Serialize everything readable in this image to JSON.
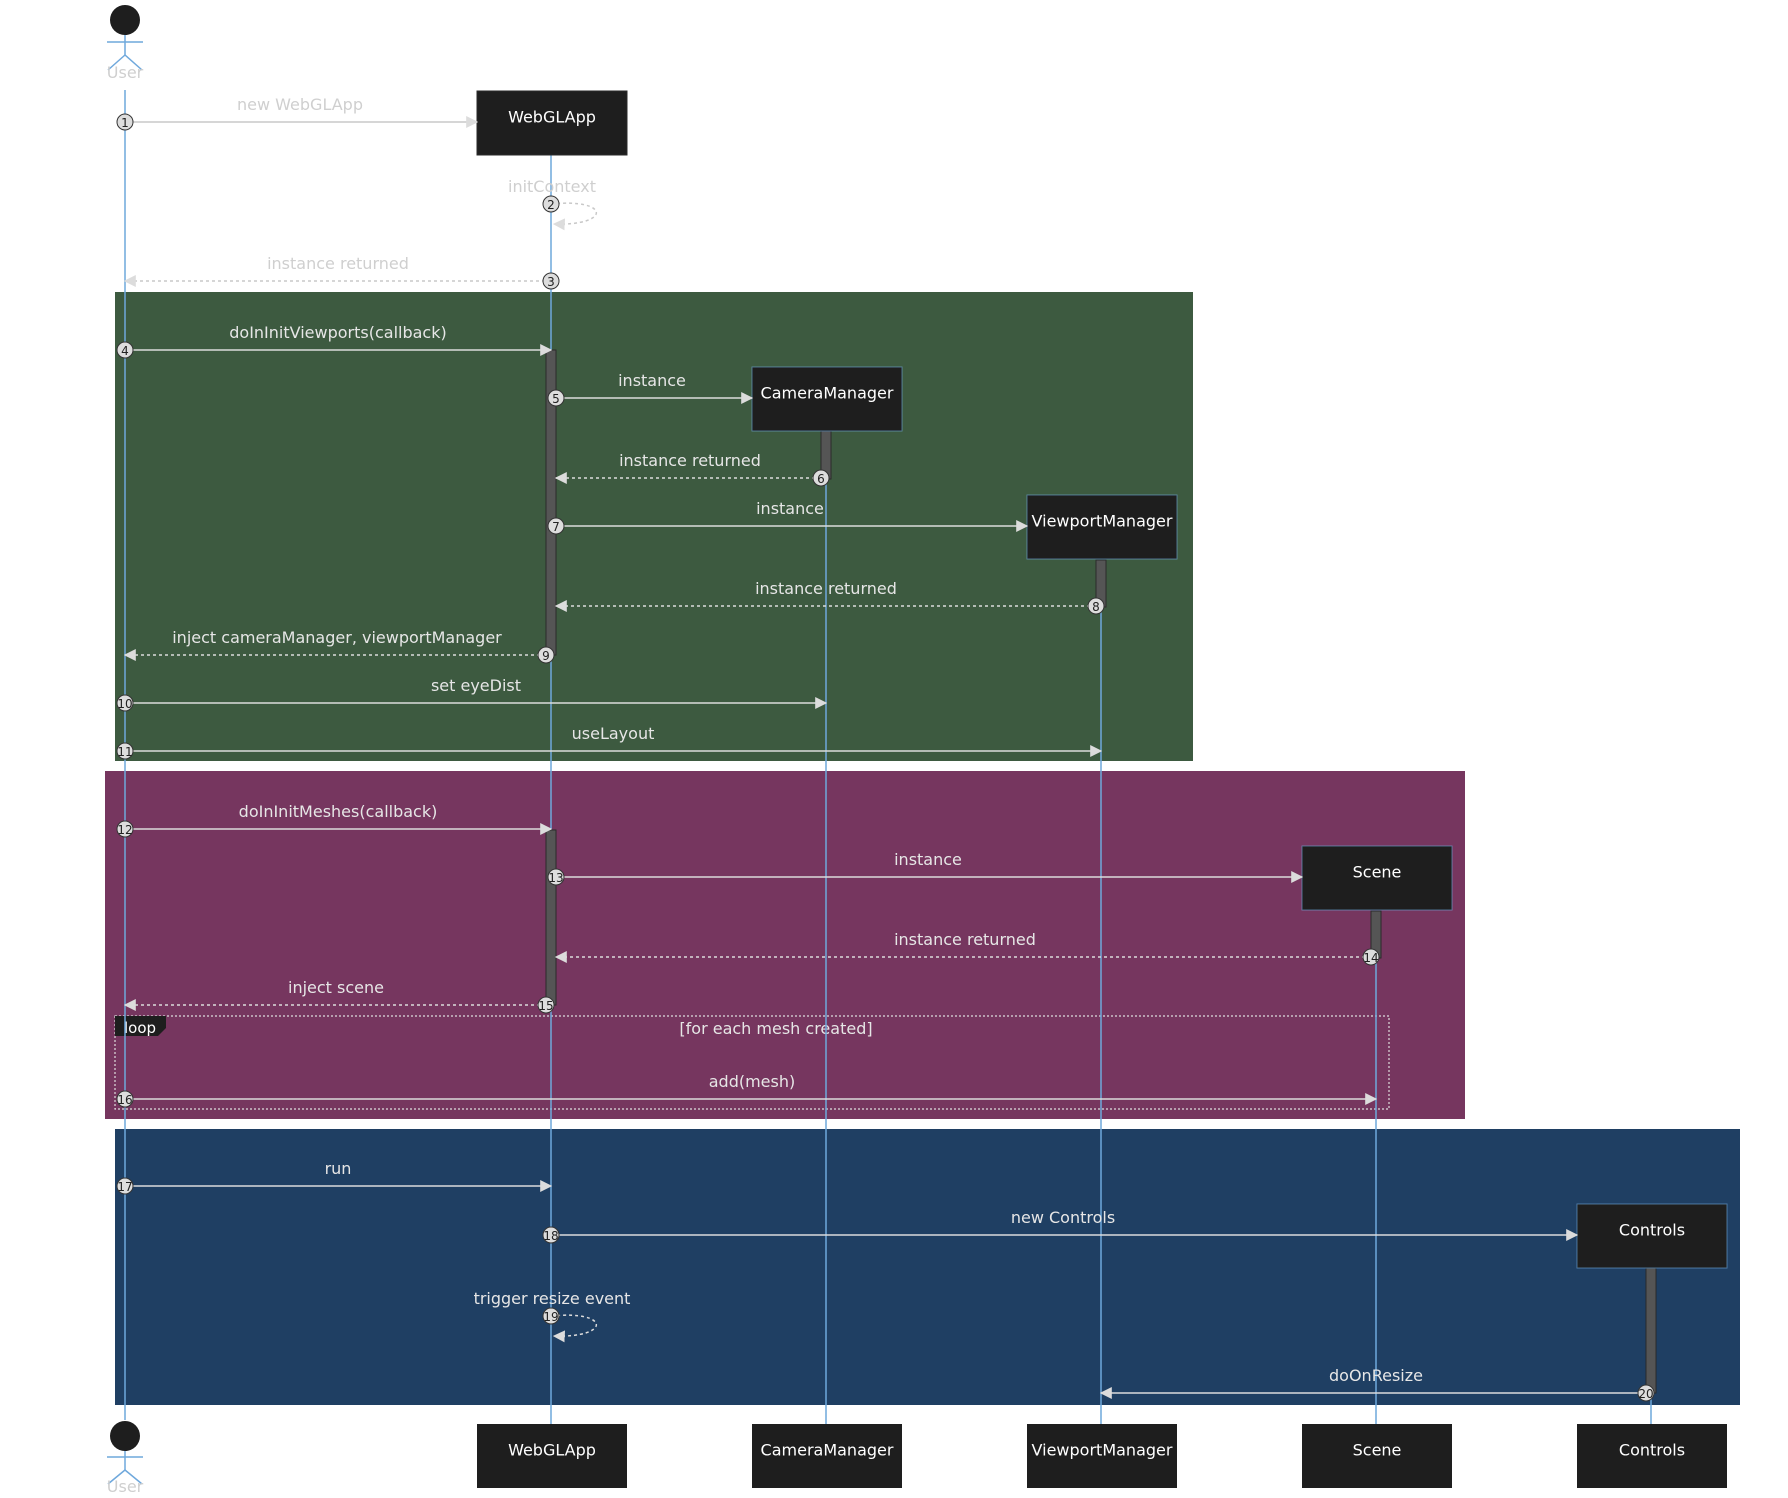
{
  "participants": [
    {
      "id": "user",
      "label": "User",
      "kind": "actor"
    },
    {
      "id": "webgl",
      "label": "WebGLApp"
    },
    {
      "id": "cam",
      "label": "CameraManager"
    },
    {
      "id": "vp",
      "label": "ViewportManager"
    },
    {
      "id": "scene",
      "label": "Scene"
    },
    {
      "id": "controls",
      "label": "Controls"
    }
  ],
  "groups": [
    {
      "color": "#3d5a40"
    },
    {
      "color": "#76365f"
    },
    {
      "color": "#1f3f63"
    }
  ],
  "loop": {
    "keyword": "loop",
    "condition": "[for each mesh created]"
  },
  "messages": [
    {
      "n": "1",
      "text": "new WebGLApp",
      "from": "user",
      "to": "webgl",
      "style": "solid",
      "faint": true
    },
    {
      "n": "2",
      "text": "initContext",
      "from": "webgl",
      "to": "webgl",
      "style": "dashed",
      "faint": true
    },
    {
      "n": "3",
      "text": "instance returned",
      "from": "webgl",
      "to": "user",
      "style": "dashed",
      "faint": true
    },
    {
      "n": "4",
      "text": "doInInitViewports(callback)",
      "from": "user",
      "to": "webgl",
      "style": "solid"
    },
    {
      "n": "5",
      "text": "instance",
      "from": "webgl",
      "to": "cam",
      "style": "solid"
    },
    {
      "n": "6",
      "text": "instance returned",
      "from": "cam",
      "to": "webgl",
      "style": "dashed"
    },
    {
      "n": "7",
      "text": "instance",
      "from": "webgl",
      "to": "vp",
      "style": "solid"
    },
    {
      "n": "8",
      "text": "instance returned",
      "from": "vp",
      "to": "webgl",
      "style": "dashed"
    },
    {
      "n": "9",
      "text": "inject cameraManager, viewportManager",
      "from": "webgl",
      "to": "user",
      "style": "dashed"
    },
    {
      "n": "10",
      "text": "set eyeDist",
      "from": "user",
      "to": "cam",
      "style": "solid"
    },
    {
      "n": "11",
      "text": "useLayout",
      "from": "user",
      "to": "vp",
      "style": "solid"
    },
    {
      "n": "12",
      "text": "doInInitMeshes(callback)",
      "from": "user",
      "to": "webgl",
      "style": "solid"
    },
    {
      "n": "13",
      "text": "instance",
      "from": "webgl",
      "to": "scene",
      "style": "solid"
    },
    {
      "n": "14",
      "text": "instance returned",
      "from": "scene",
      "to": "webgl",
      "style": "dashed"
    },
    {
      "n": "15",
      "text": "inject scene",
      "from": "webgl",
      "to": "user",
      "style": "dashed"
    },
    {
      "n": "16",
      "text": "add(mesh)",
      "from": "user",
      "to": "scene",
      "style": "solid"
    },
    {
      "n": "17",
      "text": "run",
      "from": "user",
      "to": "webgl",
      "style": "solid"
    },
    {
      "n": "18",
      "text": "new Controls",
      "from": "webgl",
      "to": "controls",
      "style": "solid"
    },
    {
      "n": "19",
      "text": "trigger resize event",
      "from": "webgl",
      "to": "webgl",
      "style": "dashed"
    },
    {
      "n": "20",
      "text": "doOnResize",
      "from": "controls",
      "to": "vp",
      "style": "solid"
    }
  ]
}
